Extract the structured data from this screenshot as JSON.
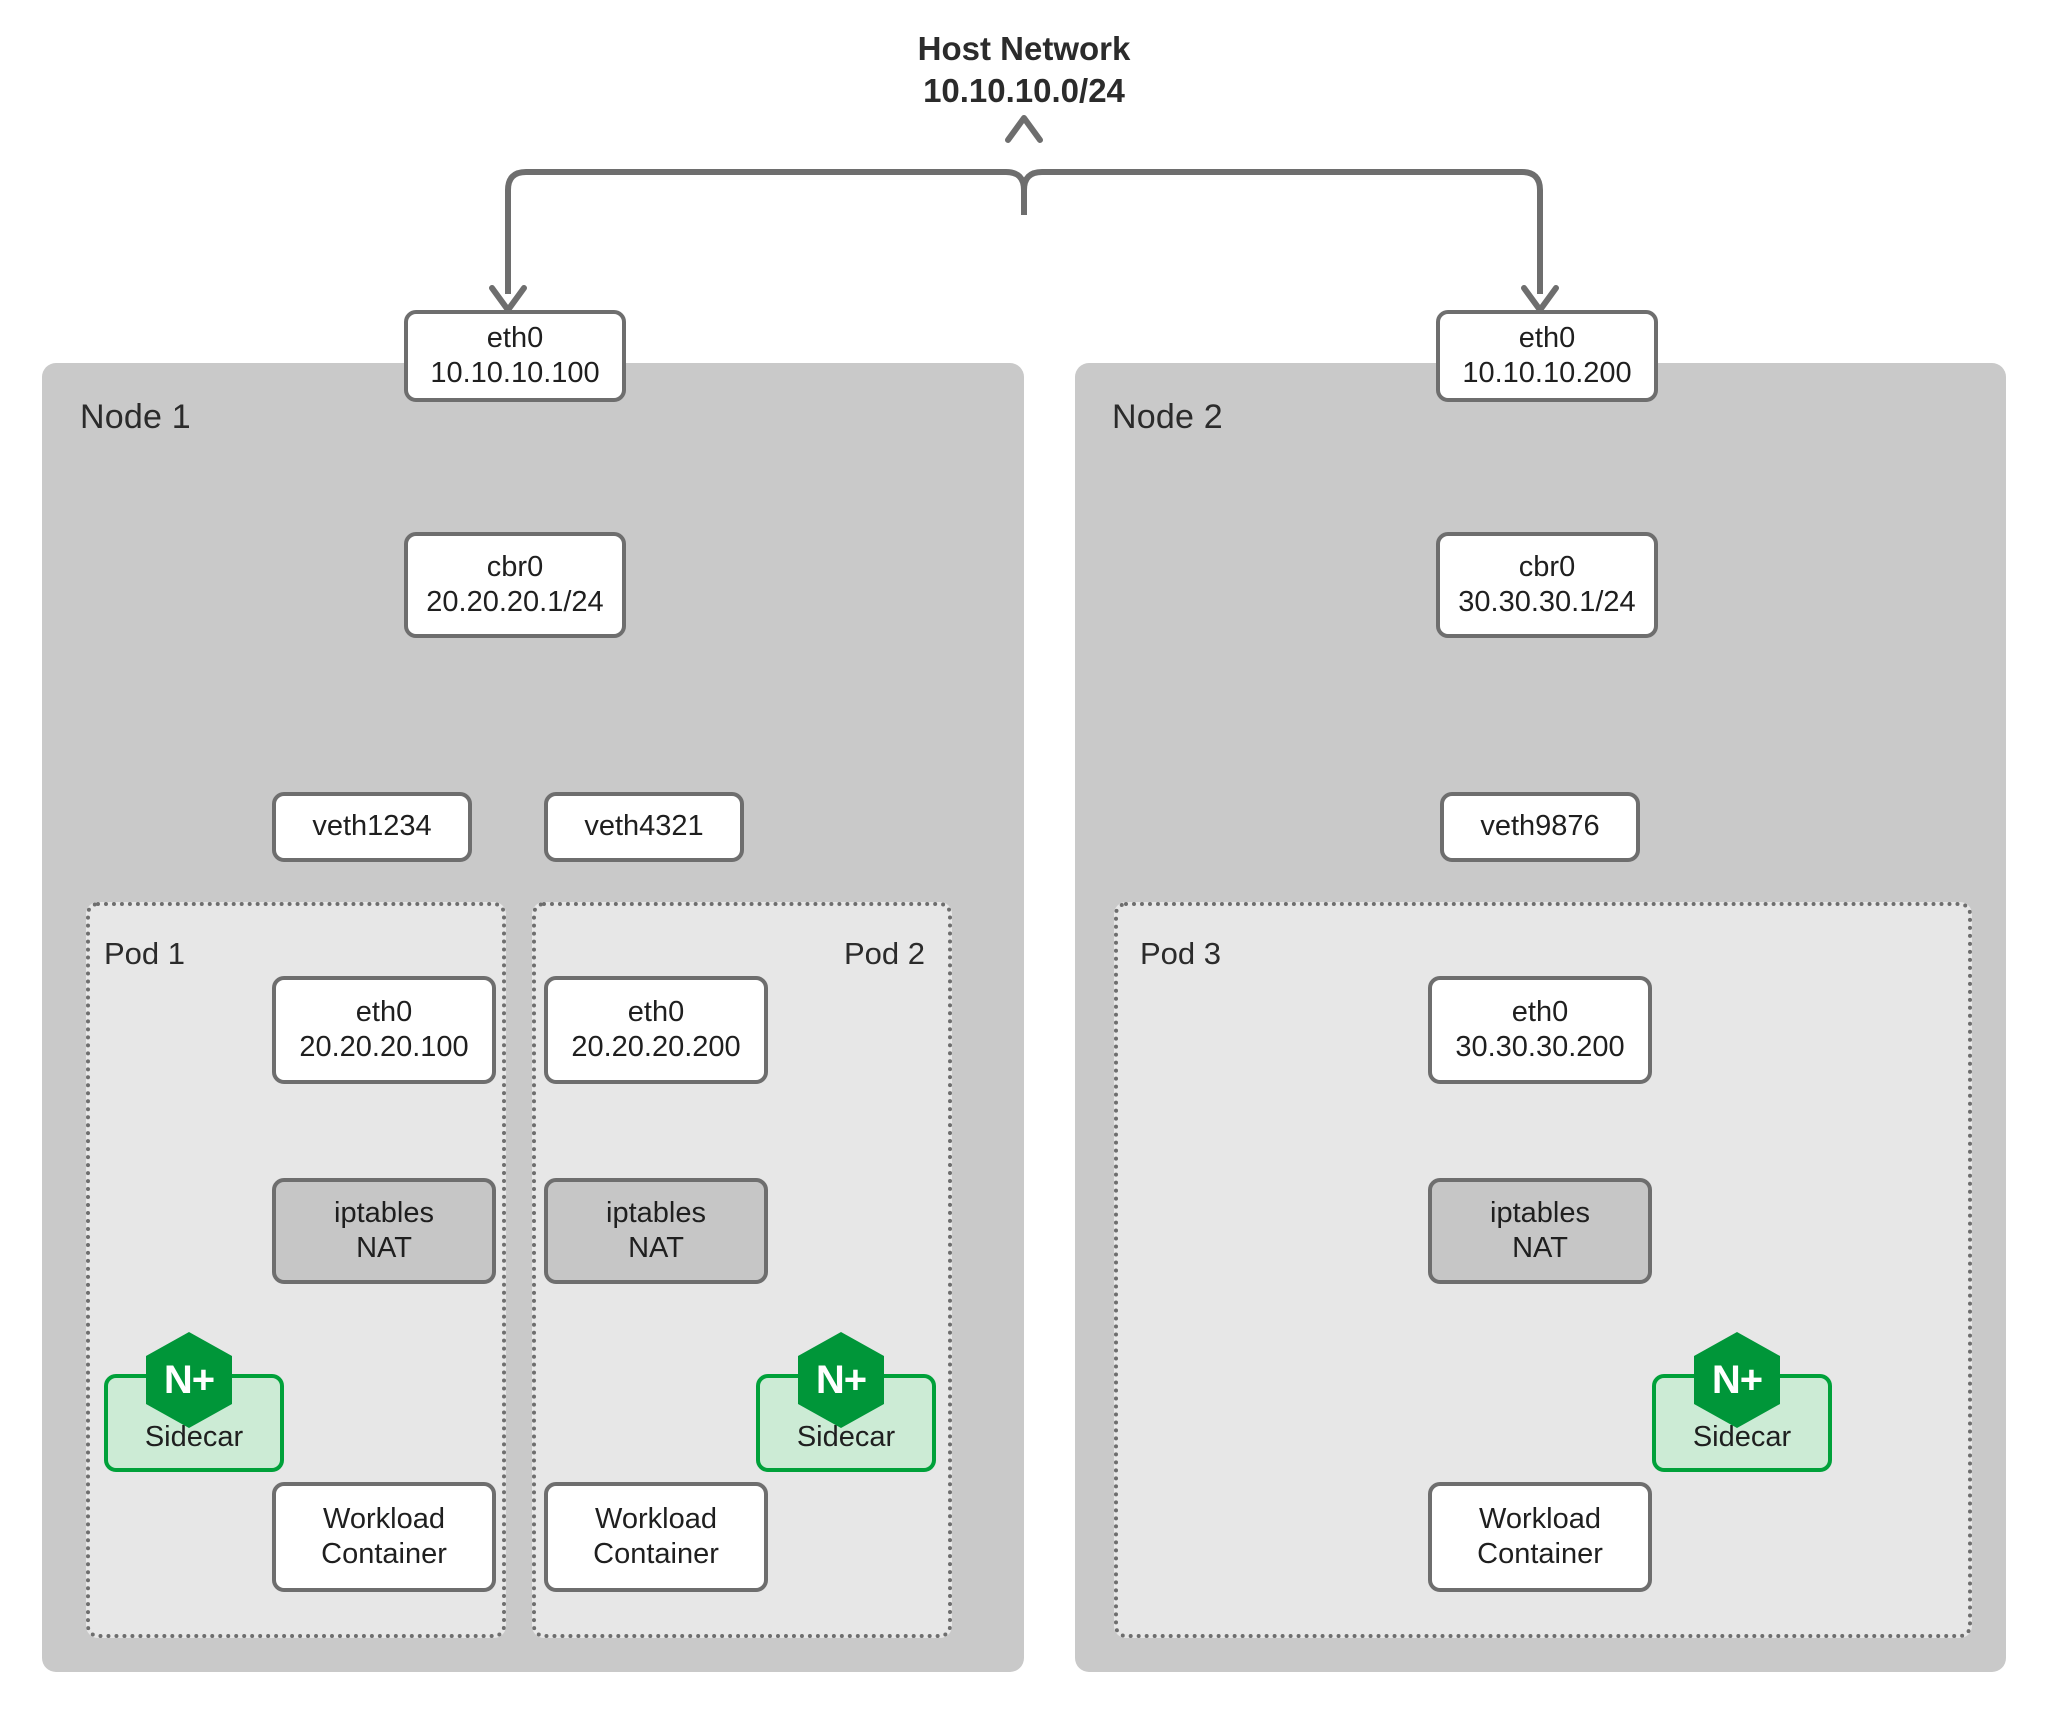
{
  "title": {
    "line1": "Host Network",
    "line2": "10.10.10.0/24"
  },
  "nodes": [
    {
      "label": "Node 1",
      "nic": {
        "name": "eth0",
        "ip": "10.10.10.100"
      },
      "bridge": {
        "name": "cbr0",
        "ip": "20.20.20.1/24"
      },
      "veths": [
        "veth1234",
        "veth4321"
      ],
      "pods": [
        {
          "label": "Pod 1",
          "eth": {
            "name": "eth0",
            "ip": "20.20.20.100"
          },
          "nat": {
            "line1": "iptables",
            "line2": "NAT"
          },
          "sidecar": {
            "label": "Sidecar",
            "badge": "N+"
          },
          "workload": {
            "line1": "Workload",
            "line2": "Container"
          },
          "sidecar_side": "left"
        },
        {
          "label": "Pod 2",
          "eth": {
            "name": "eth0",
            "ip": "20.20.20.200"
          },
          "nat": {
            "line1": "iptables",
            "line2": "NAT"
          },
          "sidecar": {
            "label": "Sidecar",
            "badge": "N+"
          },
          "workload": {
            "line1": "Workload",
            "line2": "Container"
          },
          "sidecar_side": "right"
        }
      ]
    },
    {
      "label": "Node 2",
      "nic": {
        "name": "eth0",
        "ip": "10.10.10.200"
      },
      "bridge": {
        "name": "cbr0",
        "ip": "30.30.30.1/24"
      },
      "veths": [
        "veth9876"
      ],
      "pods": [
        {
          "label": "Pod 3",
          "eth": {
            "name": "eth0",
            "ip": "30.30.30.200"
          },
          "nat": {
            "line1": "iptables",
            "line2": "NAT"
          },
          "sidecar": {
            "label": "Sidecar",
            "badge": "N+"
          },
          "workload": {
            "line1": "Workload",
            "line2": "Container"
          },
          "sidecar_side": "right"
        }
      ]
    }
  ],
  "colors": {
    "node_panel": "#c9c9c9",
    "pod_panel": "#e7e7e7",
    "box_border": "#6e6e6e",
    "box_fill": "#ffffff",
    "nat_fill": "#c6c6c6",
    "sidecar_fill": "#ccebd5",
    "sidecar_border": "#00a13a",
    "nginx_green": "#009639",
    "text": "#2b2b2b",
    "background": "#ffffff"
  }
}
